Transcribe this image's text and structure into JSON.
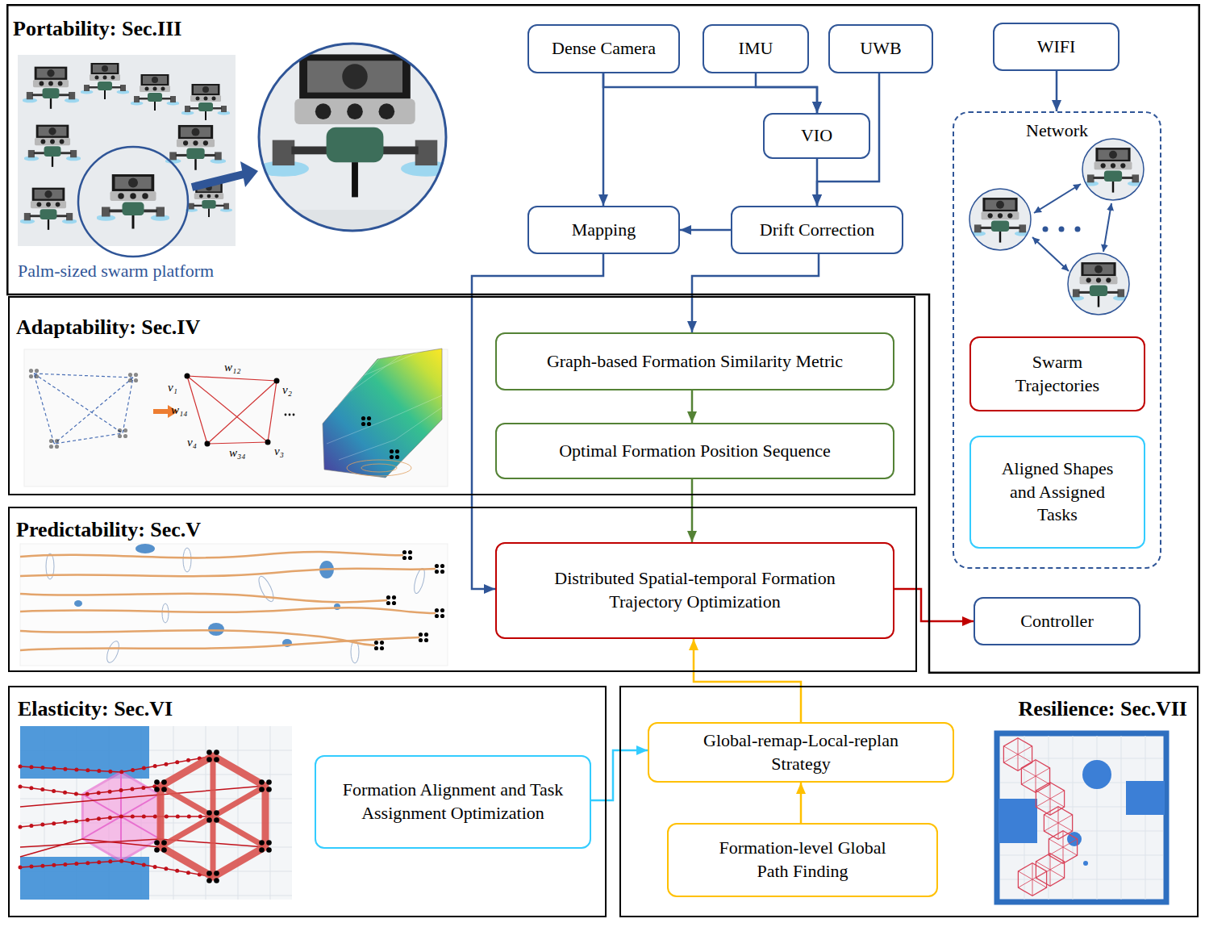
{
  "diagram": {
    "nodes": [
      {
        "text": [
          "Portability: Sec.III"
        ]
      },
      {
        "text": [
          "Dense Camera"
        ],
        "in": 0
      },
      {
        "text": [
          "IMU"
        ],
        "in": 0
      },
      {
        "text": [
          "UWB"
        ],
        "in": 0
      },
      {
        "text": [
          "WIFI"
        ],
        "in": 0
      },
      {
        "text": [
          "VIO"
        ],
        "in": 0
      },
      {
        "text": [
          "Mapping"
        ],
        "in": 0
      },
      {
        "text": [
          "Drift Correction"
        ],
        "in": 0
      },
      {
        "text": [
          "Network"
        ],
        "in": 0
      },
      {
        "text": [
          "Swarm Trajectories"
        ],
        "in": 8
      },
      {
        "text": [
          "Aligned Shapes and Assigned Tasks"
        ],
        "in": 8
      },
      {
        "text": [
          "Controller"
        ],
        "in": 0
      },
      {
        "text": [
          "Adaptability: Sec.IV"
        ]
      },
      {
        "text": [
          "Graph-based Formation Similarity Metric"
        ],
        "in": 12
      },
      {
        "text": [
          "Optimal Formation Position Sequence"
        ],
        "in": 12
      },
      {
        "text": [
          "Predictability: Sec.V"
        ]
      },
      {
        "text": [
          "Distributed Spatial-temporal Formation Trajectory Optimization"
        ],
        "in": 15
      },
      {
        "text": [
          "Elasticity: Sec.VI"
        ]
      },
      {
        "text": [
          "Formation Alignment and Task Assignment Optimization"
        ],
        "in": 17
      },
      {
        "text": [
          "Resilience: Sec.VII"
        ]
      },
      {
        "text": [
          "Global-remap-Local-replan Strategy"
        ],
        "in": 19
      },
      {
        "text": [
          "Formation-level Global Path Finding"
        ],
        "in": 19
      }
    ],
    "edges": [
      {
        "from": 1,
        "to": 5,
        "arrow": "to"
      },
      {
        "from": 2,
        "to": 5,
        "arrow": "to"
      },
      {
        "from": 1,
        "to": 6,
        "arrow": "to"
      },
      {
        "from": 5,
        "to": 7,
        "arrow": "to"
      },
      {
        "from": 3,
        "to": 7,
        "arrow": "to"
      },
      {
        "from": 7,
        "to": 6,
        "arrow": "to"
      },
      {
        "from": 6,
        "to": 16,
        "arrow": "to"
      },
      {
        "from": 7,
        "to": 13,
        "arrow": "to"
      },
      {
        "from": 13,
        "to": 14,
        "arrow": "to"
      },
      {
        "from": 14,
        "to": 16,
        "arrow": "to"
      },
      {
        "from": 4,
        "to": 8,
        "arrow": "to"
      },
      {
        "from": 16,
        "to": 11,
        "arrow": "to"
      },
      {
        "from": 18,
        "to": 20,
        "arrow": "to"
      },
      {
        "from": 21,
        "to": 20,
        "arrow": "to"
      },
      {
        "from": 20,
        "to": 16,
        "arrow": "to"
      }
    ],
    "labels": [
      "Palm-sized swarm platform",
      "w₁₂",
      "v₁",
      "v₂",
      "w₁₄",
      "v₄",
      "w₃₄",
      "v₃"
    ]
  }
}
